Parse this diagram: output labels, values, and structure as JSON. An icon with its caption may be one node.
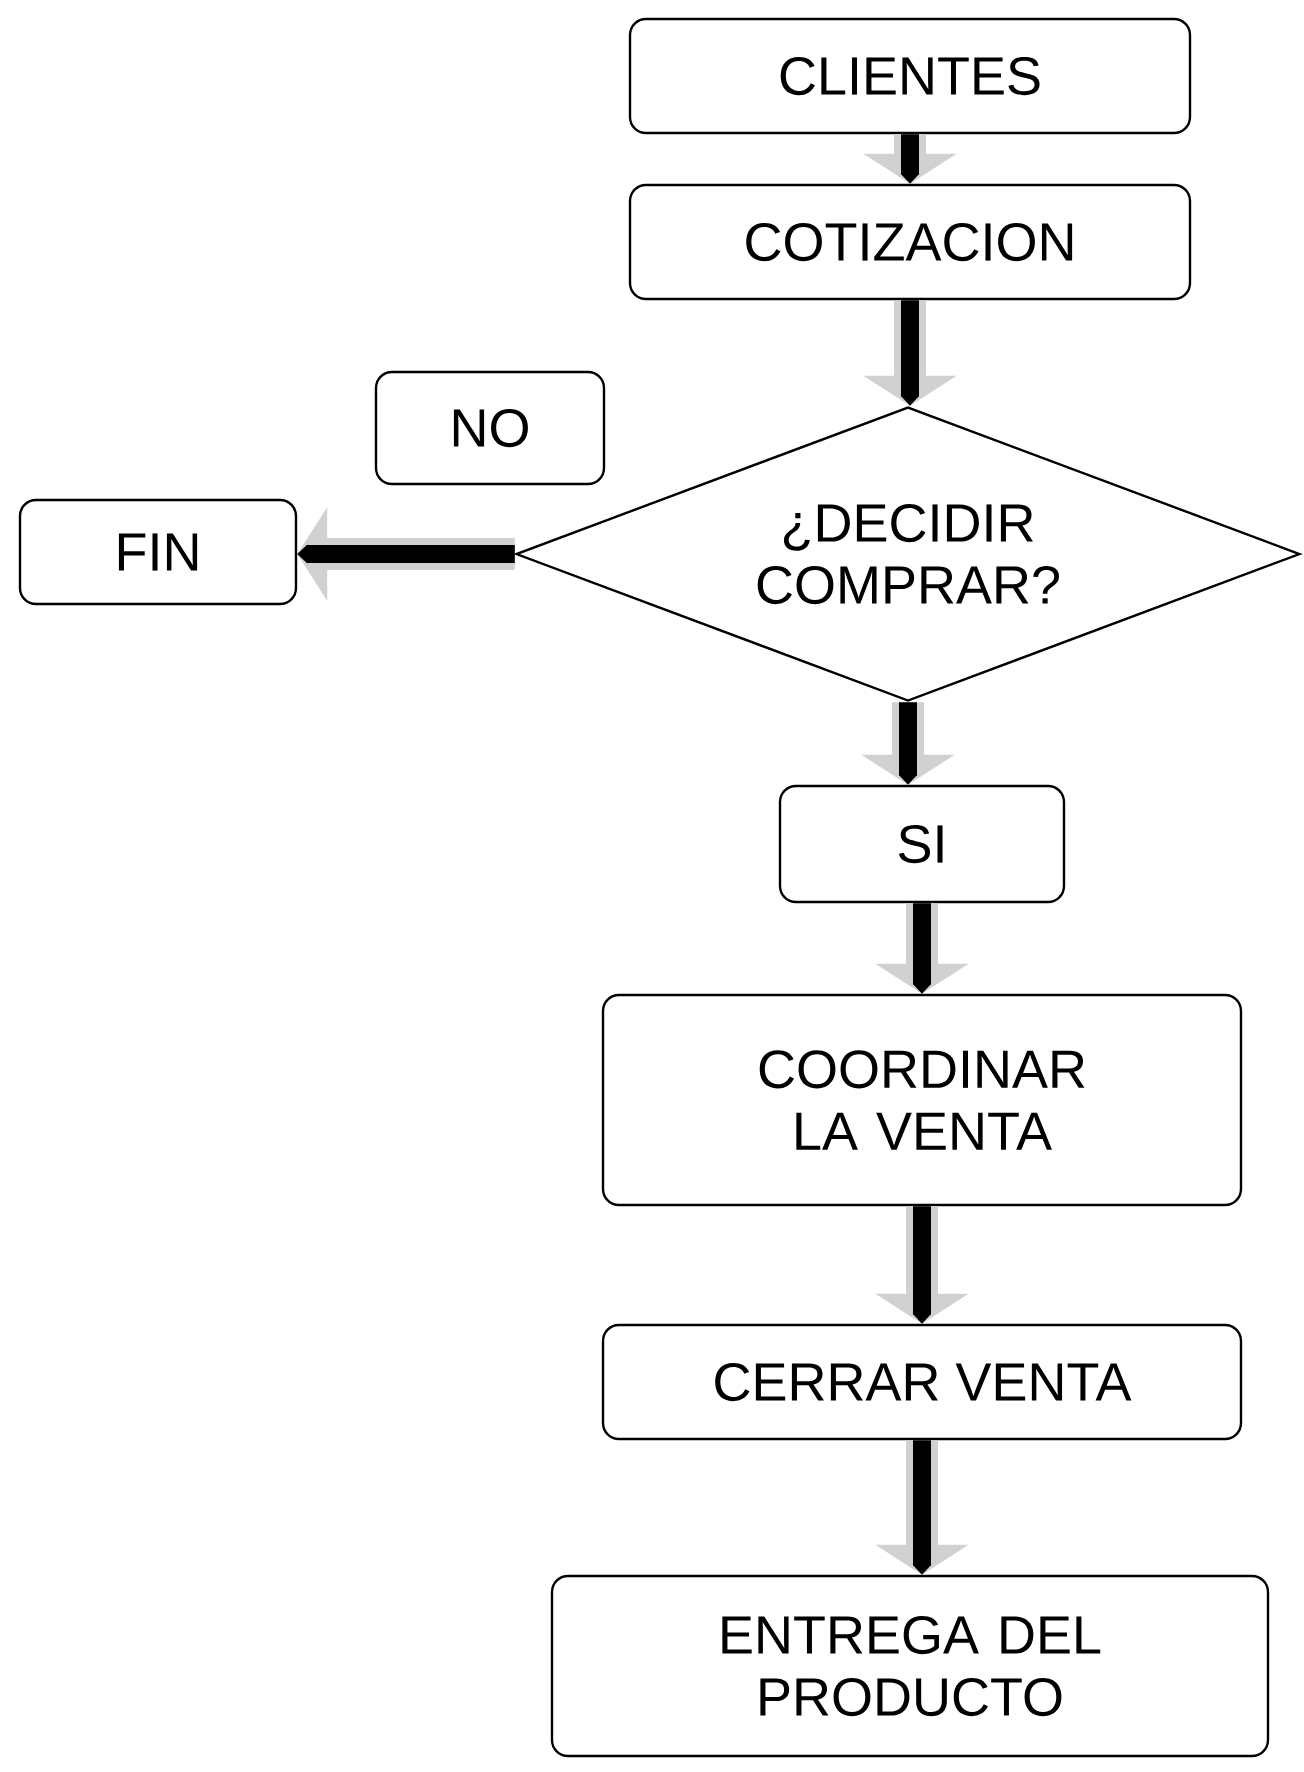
{
  "diagram": {
    "nodes": [
      {
        "text": [
          "CLIENTES"
        ]
      },
      {
        "text": [
          "COTIZACION"
        ]
      },
      {
        "text": [
          "NO"
        ]
      },
      {
        "text": [
          "FIN"
        ]
      },
      {
        "text": [
          "¿DECIDIR COMPRAR?"
        ]
      },
      {
        "text": [
          "SI"
        ]
      },
      {
        "text": [
          "COORDINAR LA VENTA"
        ]
      },
      {
        "text": [
          "CERRAR VENTA"
        ]
      },
      {
        "text": [
          "ENTREGA DEL PRODUCTO"
        ]
      }
    ],
    "edges": [
      {
        "from": 0,
        "to": 1,
        "arrow": "to"
      },
      {
        "from": 1,
        "to": 4,
        "arrow": "to"
      },
      {
        "from": 4,
        "to": 3,
        "arrow": "to"
      },
      {
        "from": 4,
        "to": 5,
        "arrow": "to"
      },
      {
        "from": 5,
        "to": 6,
        "arrow": "to"
      },
      {
        "from": 6,
        "to": 7,
        "arrow": "to"
      },
      {
        "from": 7,
        "to": 8,
        "arrow": "to"
      }
    ]
  }
}
